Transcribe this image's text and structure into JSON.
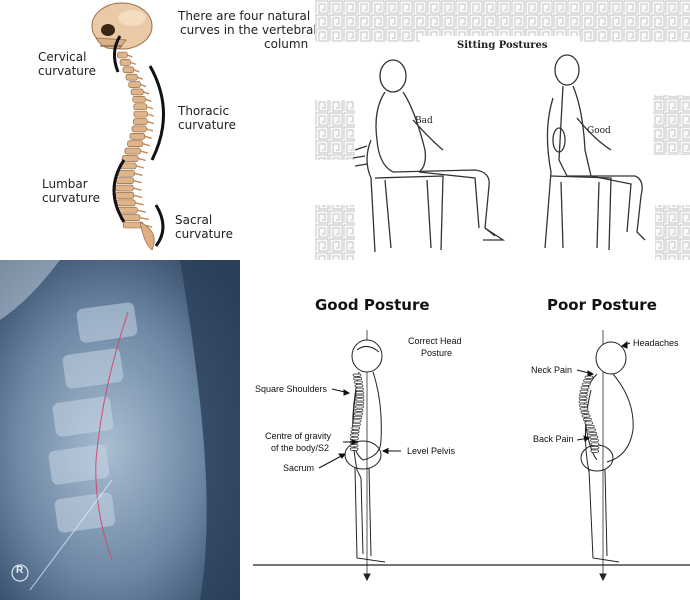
{
  "spine_panel": {
    "intro": [
      "There are four natural",
      "curves in the vertebral",
      "column"
    ],
    "cervical": [
      "Cervical",
      "curvature"
    ],
    "thoracic": [
      "Thoracic",
      "curvature"
    ],
    "lumbar": [
      "Lumbar",
      "curvature"
    ],
    "sacral": [
      "Sacral",
      "curvature"
    ]
  },
  "sitting_panel": {
    "title": "Sitting Postures",
    "bad_label": "Bad",
    "good_label": "Good"
  },
  "xray_panel": {
    "marker": "R"
  },
  "good_posture": {
    "title": "Good Posture",
    "correct_head": [
      "Correct Head",
      "Posture"
    ],
    "square_shoulders": "Square Shoulders",
    "centre_gravity": [
      "Centre of gravity",
      "of the body/S2"
    ],
    "level_pelvis": "Level Pelvis",
    "sacrum": "Sacrum"
  },
  "poor_posture": {
    "title": "Poor Posture",
    "headaches": "Headaches",
    "neck_pain": "Neck Pain",
    "back_pain": "Back Pain"
  }
}
